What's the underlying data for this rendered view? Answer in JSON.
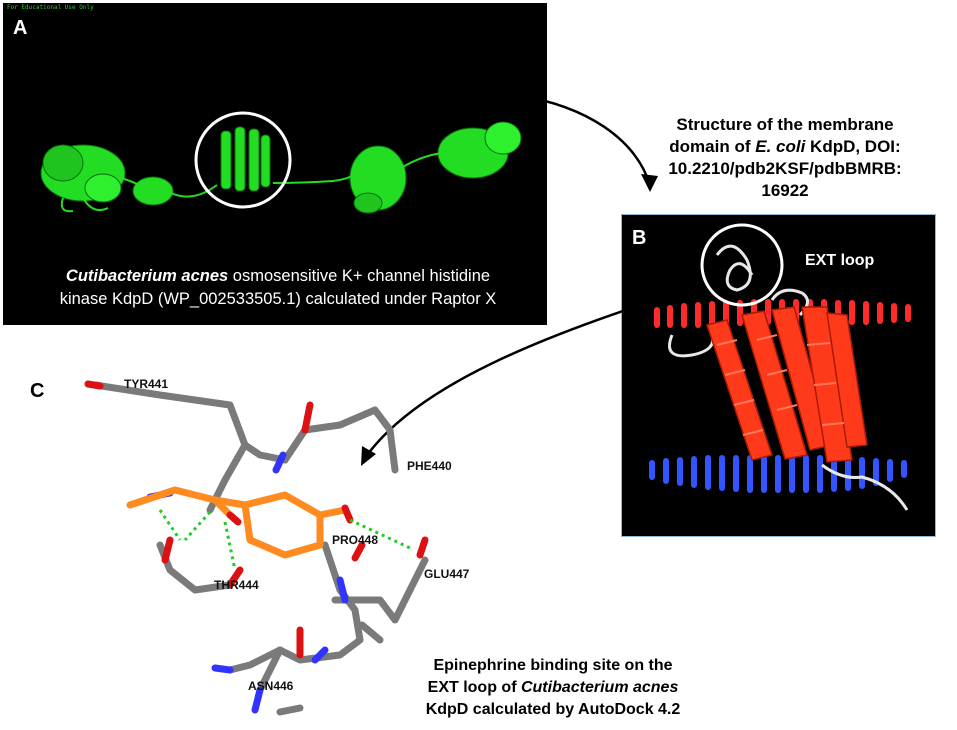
{
  "panel_a": {
    "label": "A",
    "watermark": "For Educational Use Only",
    "caption_italic": "Cutibacterium acnes",
    "caption_line1_rest": " osmosensitive K+ channel histidine",
    "caption_line2": "kinase KdpD (WP_002533505.1) calculated under Raptor X"
  },
  "structure_caption": {
    "line1": "Structure of the membrane",
    "line2_pre": "domain of ",
    "line2_italic": "E. coli",
    "line2_post": " KdpD, DOI:",
    "line3": "10.2210/pdb2KSF/pdbBMRB:",
    "line4": "16922"
  },
  "panel_b": {
    "label": "B",
    "ext_loop_label": "EXT loop"
  },
  "panel_c": {
    "label": "C",
    "residues": {
      "tyr441": "TYR441",
      "phe440": "PHE440",
      "pro448": "PRO448",
      "glu447": "GLU447",
      "thr444": "THR444",
      "asn446": "ASN446"
    },
    "caption_line1": "Epinephrine binding site on the",
    "caption_line2_pre": "EXT loop of ",
    "caption_line2_italic": "Cutibacterium acnes",
    "caption_line3": "KdpD calculated by AutoDock 4.2"
  },
  "colors": {
    "protein_a": "#22dd22",
    "helix_b": "#ff3a1a",
    "membrane_top": "#ff2a2a",
    "membrane_bottom": "#3355ff",
    "ligand": "#ff8a1f",
    "stick": "#7a7a7a",
    "hbond": "#22cc22"
  }
}
